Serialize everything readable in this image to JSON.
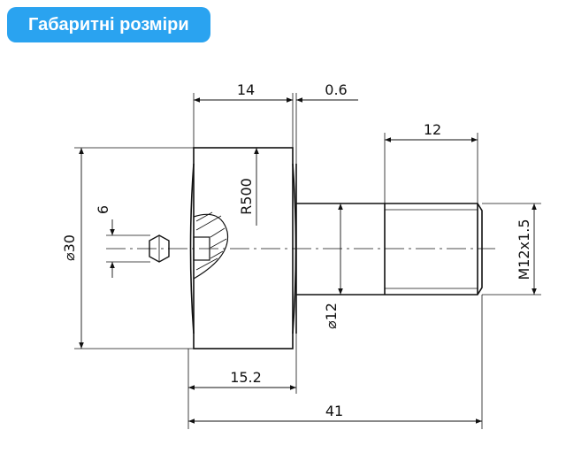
{
  "header": {
    "title": "Габаритні розміри"
  },
  "dimensions": {
    "width_roller": "14",
    "gap": "0.6",
    "thread_length": "12",
    "radius": "R500",
    "hole": "6",
    "outer_diameter": "⌀30",
    "shaft_diameter": "⌀12",
    "thread": "M12x1.5",
    "offset": "15.2",
    "overall_length": "41"
  },
  "colors": {
    "badge": "#2aa3f0",
    "badge_text": "#ffffff",
    "line": "#111111"
  }
}
